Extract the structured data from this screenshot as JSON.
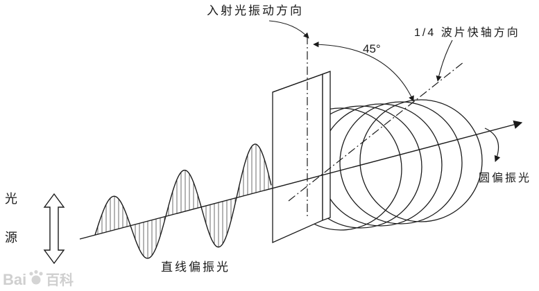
{
  "figure": {
    "background": "#ffffff",
    "stroke_color": "#1a1a1a",
    "labels": {
      "incident": "入射光振动方向",
      "angle": "45°",
      "fast_axis": "1/4 波片快轴方向",
      "circular": "圆偏振光",
      "linear": "直线偏振光",
      "source_top": "光",
      "source_bottom": "源"
    },
    "watermark": {
      "latin": "Bai",
      "cjk": "百科"
    }
  }
}
